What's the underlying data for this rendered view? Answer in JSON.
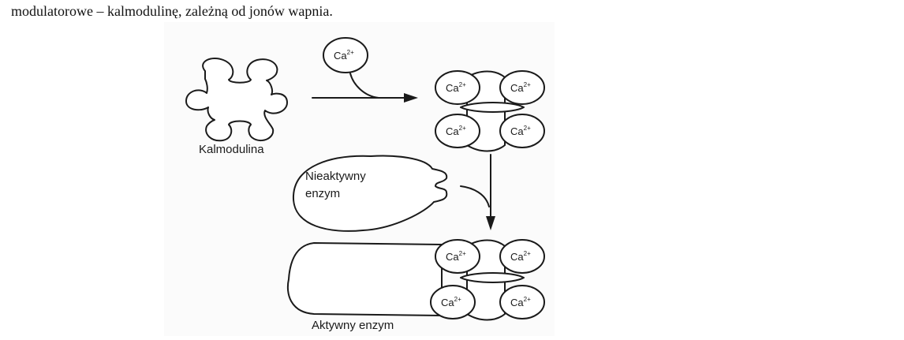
{
  "caption": "modulatorowe – kalmodulinę, zależną od jonów wapnia.",
  "diagram": {
    "calmodulin_label": "Kalmodulina",
    "inactive_enzyme_line1": "Nieaktywny",
    "inactive_enzyme_line2": "enzym",
    "active_enzyme_label": "Aktywny enzym",
    "ion_base": "Ca",
    "ion_charge": "2+"
  }
}
